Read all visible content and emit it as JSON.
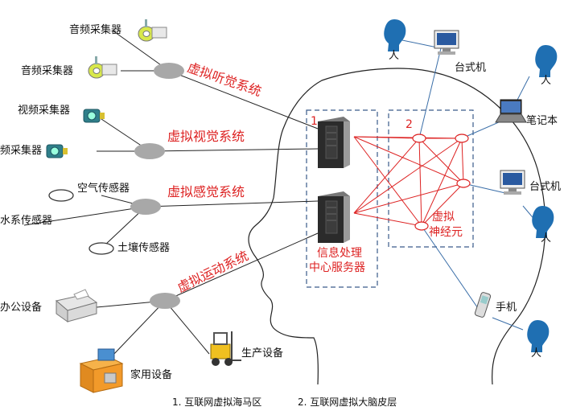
{
  "devices": {
    "audio_1": "音频采集器",
    "audio_2": "音频采集器",
    "video_1": "视频采集器",
    "video_2": "频采集器",
    "air": "空气传感器",
    "water": "水系传感器",
    "soil": "土壤传感器",
    "office": "办公设备",
    "home": "家用设备",
    "production": "生产设备"
  },
  "systems": {
    "hearing": "虚拟听觉系统",
    "vision": "虚拟视觉系统",
    "sensing": "虚拟感觉系统",
    "motion": "虚拟运动系统"
  },
  "regions": {
    "region_1_number": "1",
    "region_2_number": "2",
    "server_line1": "信息处理",
    "server_line2": "中心服务器",
    "neuron_line1": "虚拟",
    "neuron_line2": "神经元"
  },
  "terminals": {
    "person": "人",
    "desktop_1": "台式机",
    "laptop": "笔记本",
    "desktop_2": "台式机",
    "phone": "手机"
  },
  "captions": {
    "hippocampus": "1. 互联网虚拟海马区",
    "cortex": "2. 互联网虚拟大脑皮层"
  },
  "colors": {
    "red_network": "#dd2222",
    "hub_gray": "#a8a8a8",
    "person_blue": "#1f6fb2",
    "dashed_box": "#3a5a8a"
  }
}
